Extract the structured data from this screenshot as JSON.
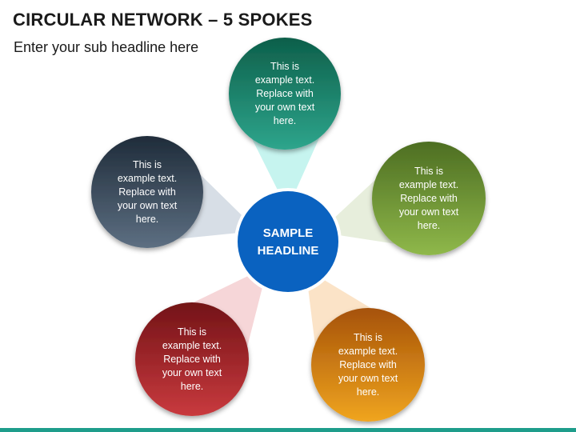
{
  "title": "CIRCULAR NETWORK – 5 SPOKES",
  "subtitle": "Enter your sub headline here",
  "center": {
    "lines": [
      "SAMPLE",
      "HEADLINE"
    ],
    "color": "#0a62c0"
  },
  "spokes": [
    {
      "id": "top",
      "lines": [
        "This is",
        "example text.",
        "Replace with",
        "your own text",
        "here."
      ],
      "color_light": "#2ea58c",
      "color_dark": "#0d5f4a",
      "beam_color": "#c6f4ef"
    },
    {
      "id": "right",
      "lines": [
        "This is",
        "example text.",
        "Replace with",
        "your own text",
        "here."
      ],
      "color_light": "#8fb84a",
      "color_dark": "#4d6e22",
      "beam_color": "#e7eedc"
    },
    {
      "id": "bottom-right",
      "lines": [
        "This is",
        "example text.",
        "Replace with",
        "your own text",
        "here."
      ],
      "color_light": "#f0a520",
      "color_dark": "#a65208",
      "beam_color": "#fbe3c7"
    },
    {
      "id": "bottom-left",
      "lines": [
        "This is",
        "example text.",
        "Replace with",
        "your own text",
        "here."
      ],
      "color_light": "#c93a3e",
      "color_dark": "#731317",
      "beam_color": "#f6d6d8"
    },
    {
      "id": "left",
      "lines": [
        "This is",
        "example text.",
        "Replace with",
        "your own text",
        "here."
      ],
      "color_light": "#5d6f82",
      "color_dark": "#1f2c3a",
      "beam_color": "#d7dee6"
    }
  ],
  "bottom_bar_color": "#1e9d8b"
}
